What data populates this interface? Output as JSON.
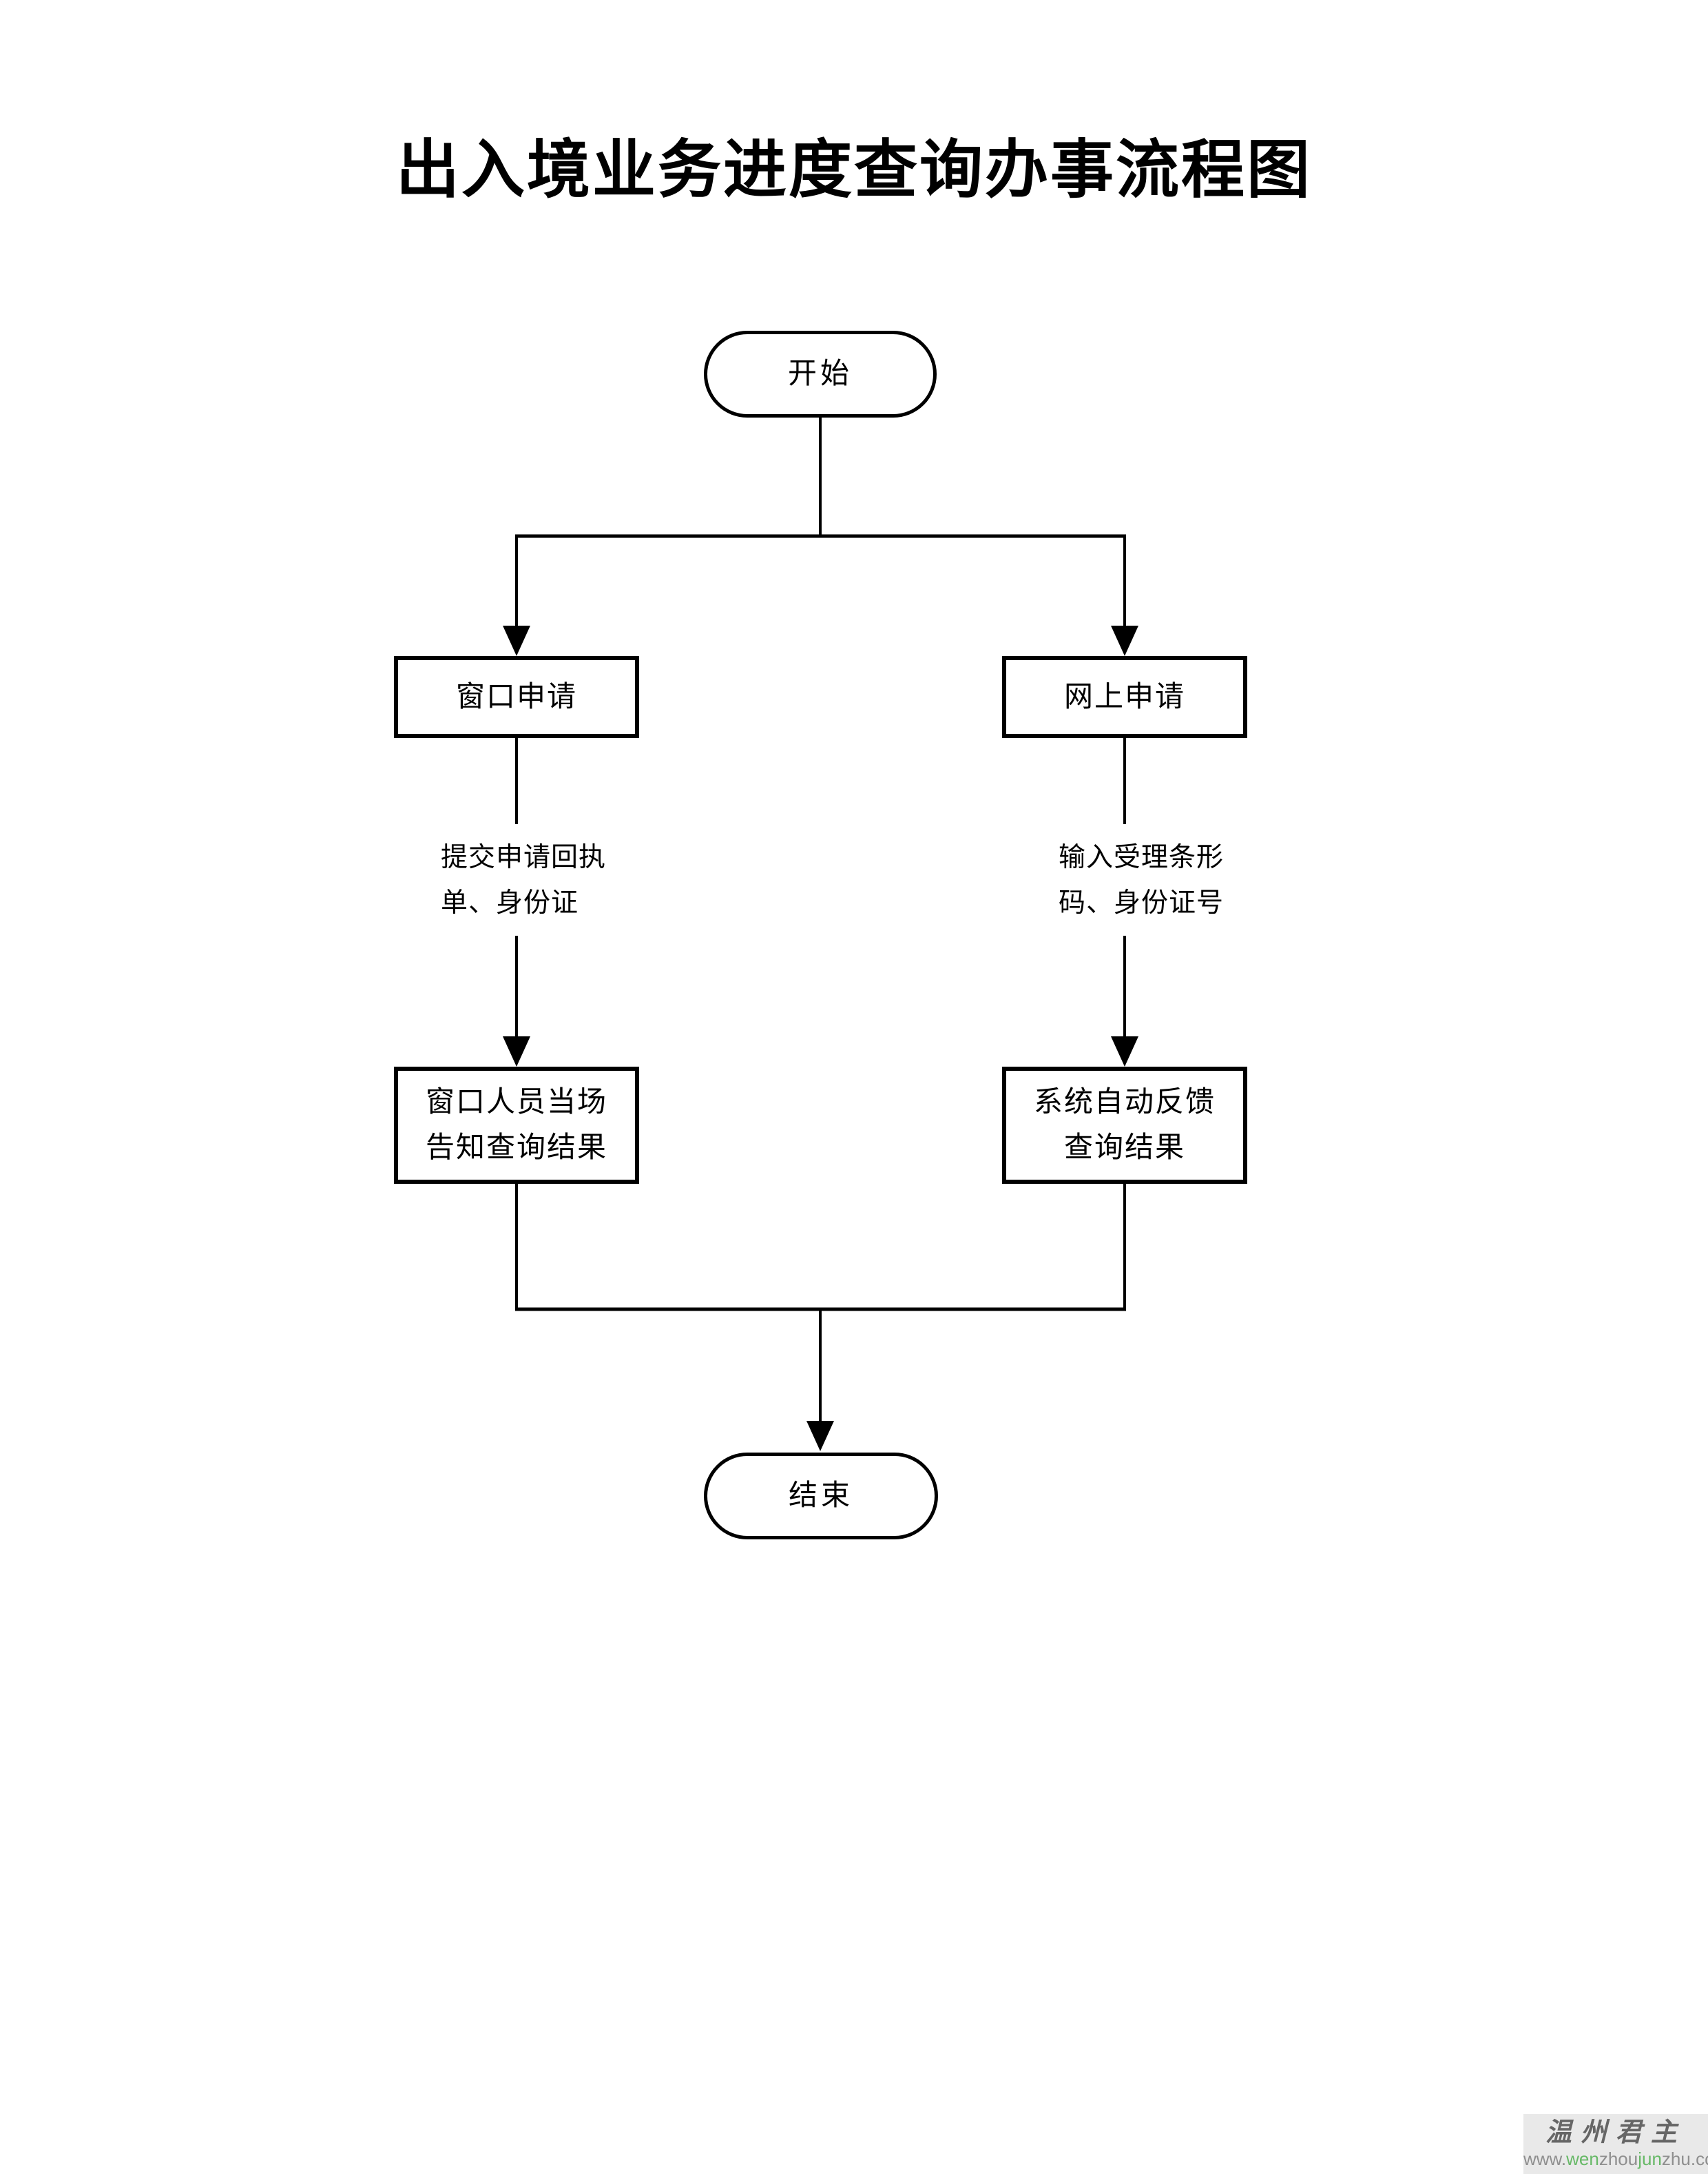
{
  "page": {
    "title": "出入境业务进度查询办事流程图"
  },
  "flowchart": {
    "start": {
      "type": "terminator",
      "label": "开始"
    },
    "window_apply": {
      "type": "process",
      "label": "窗口申请"
    },
    "online_apply": {
      "type": "process",
      "label": "网上申请"
    },
    "note_left": {
      "line1": "提交申请回执",
      "line2": "单、身份证"
    },
    "note_right": {
      "line1": "输入受理条形",
      "line2": "码、身份证号"
    },
    "window_result": {
      "type": "process",
      "line1": "窗口人员当场",
      "line2": "告知查询结果"
    },
    "online_result": {
      "type": "process",
      "line1": "系统自动反馈",
      "line2": "查询结果"
    },
    "end": {
      "type": "terminator",
      "label": "结束"
    },
    "edges": [
      {
        "from": "开始",
        "to": "窗口申请"
      },
      {
        "from": "开始",
        "to": "网上申请"
      },
      {
        "from": "窗口申请",
        "to": "窗口人员当场告知查询结果",
        "note": "提交申请回执单、身份证"
      },
      {
        "from": "网上申请",
        "to": "系统自动反馈查询结果",
        "note": "输入受理条形码、身份证号"
      },
      {
        "from": "窗口人员当场告知查询结果",
        "to": "结束"
      },
      {
        "from": "系统自动反馈查询结果",
        "to": "结束"
      }
    ],
    "line_color": "#000000"
  },
  "watermark": {
    "brand": "温州君主",
    "url_parts": [
      "www.",
      "wen",
      "zhou",
      "jun",
      "zhu",
      ".com"
    ],
    "brand_color": "#666666",
    "url_gray": "#8f8f8f",
    "url_green": "#67b967",
    "background": "#e9e9e9"
  }
}
